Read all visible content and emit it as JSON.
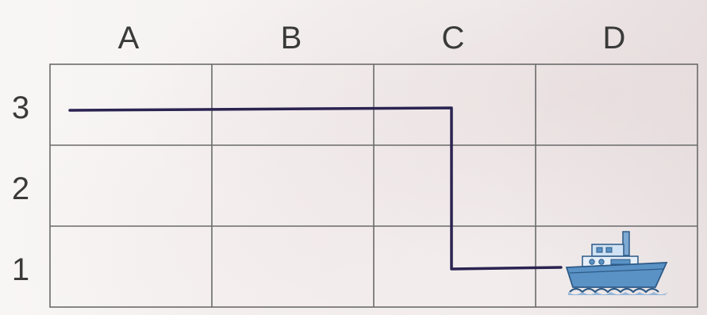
{
  "grid": {
    "columns": [
      "A",
      "B",
      "C",
      "D"
    ],
    "rows": [
      "3",
      "2",
      "1"
    ]
  },
  "route": {
    "color": "#2b2350",
    "path_cells": [
      "A3",
      "C3",
      "C1",
      "D1"
    ]
  },
  "ship": {
    "icon": "ship-icon",
    "cell": "D1",
    "hull_color": "#5a92c6"
  }
}
